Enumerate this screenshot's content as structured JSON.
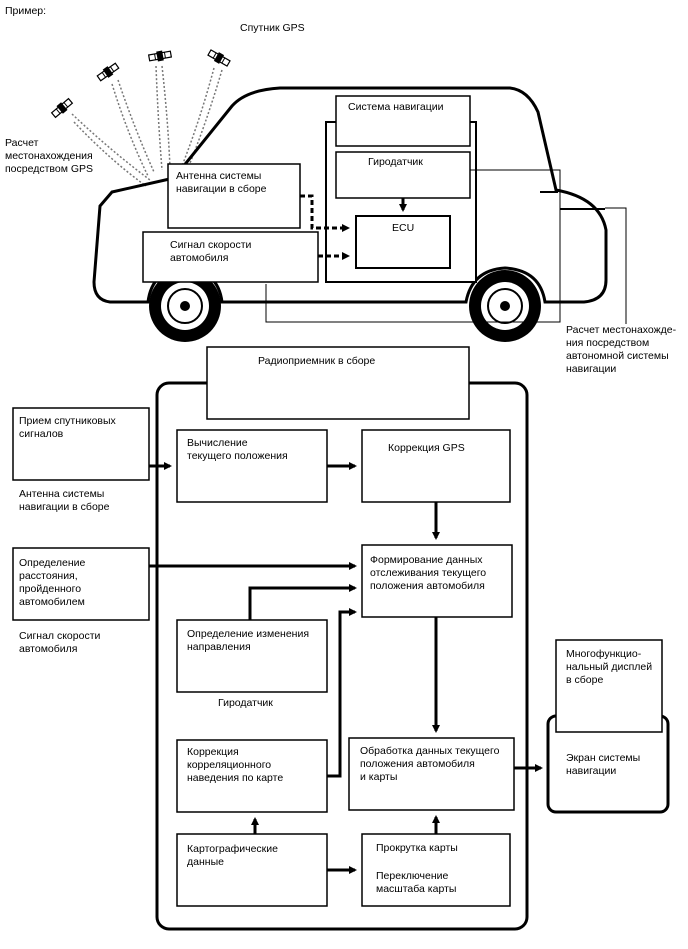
{
  "header": {
    "example_label": "Пример:",
    "satellite_label": "Спутник GPS"
  },
  "car": {
    "gps_position_calc": "Расчет\nместонахождения\nпосредством GPS",
    "nav_system": "Система навигации",
    "gyro": "Гиродатчик",
    "antenna": "Антенна системы\nнавигации в сборе",
    "ecu": "ECU",
    "speed_signal": "Сигнал скорости\nавтомобиля",
    "autonomous_calc": "Расчет местонахожде-\nния посредством\nавтономной системы\nнавигации"
  },
  "flow": {
    "radio": "Радиоприемник в сборе",
    "sat_signals": "Прием спутниковых\nсигналов",
    "antenna_caption": "Антенна системы\nнавигации в сборе",
    "current_pos": "Вычисление\nтекущего положения",
    "gps_correction": "Коррекция GPS",
    "distance": "Определение\nрасстояния,\nпройденного\nавтомобилем",
    "speed_caption": "Сигнал скорости\nавтомобиля",
    "tracking": "Формирование данных\nотслеживания текущего\nположения автомобиля",
    "direction": "Определение изменения\nнаправления",
    "gyro_caption": "Гиродатчик",
    "map_matching": "Коррекция\nкорреляционного\nнаведения по карте",
    "processing": "Обработка данных текущего\nположения автомобиля\nи карты",
    "map_data": "Картографические\nданные",
    "scroll": "Прокрутка карты",
    "scale": "Переключение\nмасштаба карты",
    "display_unit": "Многофункцио-\nнальный дисплей\nв сборе",
    "nav_screen": "Экран системы\nнавигации"
  }
}
